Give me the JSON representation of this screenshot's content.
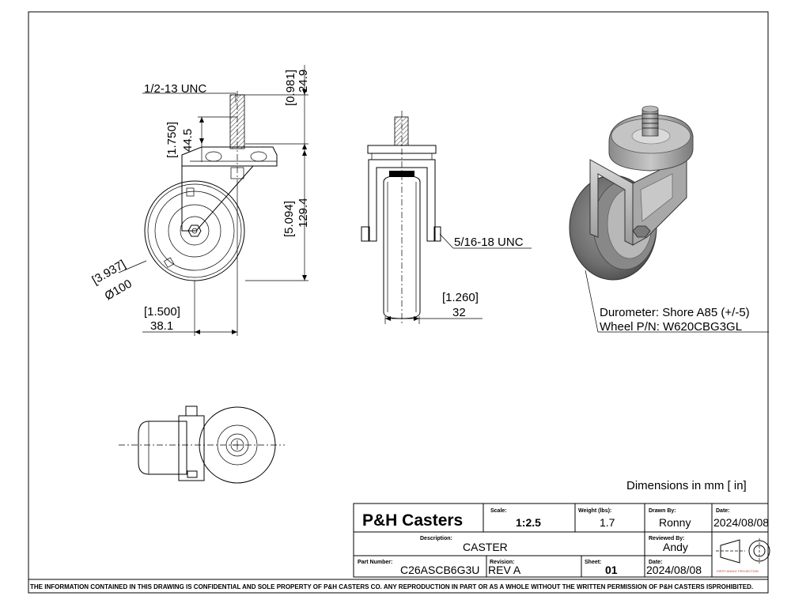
{
  "dimensions": {
    "thread_top": "1/2-13 UNC",
    "stem_len_in": "[0.981]",
    "stem_len_mm": "24.9",
    "stem_h_in": "[1.750]",
    "stem_h_mm": "44.5",
    "total_h_in": "[5.094]",
    "total_h_mm": "129.4",
    "diam_in": "[3.937]",
    "diam_mm": "Ø100",
    "offset_in": "[1.500]",
    "offset_mm": "38.1",
    "axle_thread": "5/16-18 UNC",
    "width_in": "[1.260]",
    "width_mm": "32"
  },
  "callout": {
    "durometer": "Durometer: Shore A85 (+/-5)",
    "wheel_pn": "Wheel P/N: W620CBG3GL"
  },
  "units_note": "Dimensions in mm [ in]",
  "title_block": {
    "company": "P&H Casters",
    "scale_label": "Scale:",
    "scale": "1:2.5",
    "weight_label": "Weight (lbs):",
    "weight": "1.7",
    "drawn_by_label": "Drawn By:",
    "drawn_by": "Ronny",
    "date_label": "Date:",
    "date": "2024/08/08",
    "description_label": "Description:",
    "description": "CASTER",
    "reviewed_by_label": "Reviewed By:",
    "reviewed_by": "Andy",
    "part_number_label": "Part Number:",
    "part_number": "C26ASCB6G3U",
    "revision_label": "Revision:",
    "revision": "REV A",
    "sheet_label": "Sheet:",
    "sheet": "01",
    "date2_label": "Date:",
    "date2": "2024/08/08",
    "projection_note": "FIRST ANGLE PROJECTION"
  },
  "legal": "THE INFORMATION CONTAINED IN THIS DRAWING IS CONFIDENTIAL AND SOLE PROPERTY OF P&H CASTERS CO.  ANY REPRODUCTION IN PART OR AS A WHOLE WITHOUT THE WRITTEN PERMISSION OF P&H CASTERS ISPROHIBITED."
}
